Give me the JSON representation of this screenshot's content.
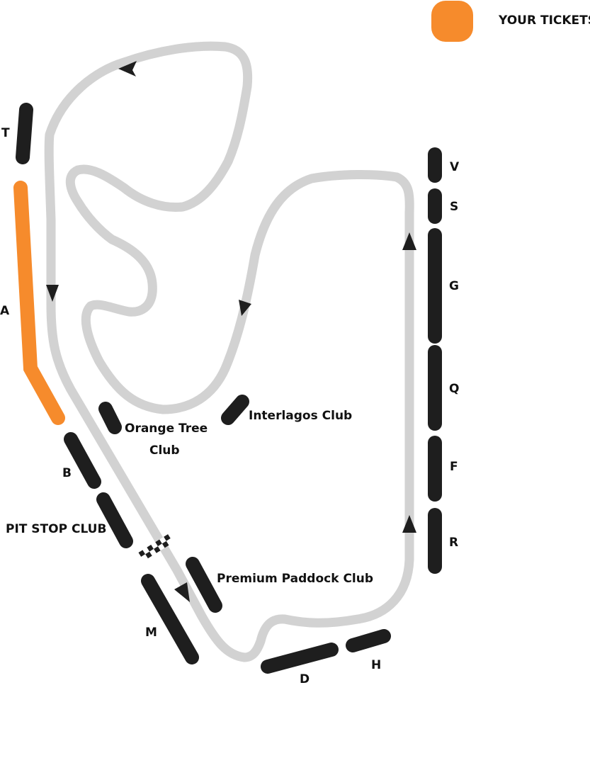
{
  "legend": {
    "label": "YOUR TICKETS",
    "color": "#f68b2c"
  },
  "colors": {
    "track": "#d2d2d2",
    "stand": "#1e1e1e",
    "selected_stand": "#f68b2c",
    "arrow": "#1e1e1e",
    "label": "#111111"
  },
  "stands": {
    "T": {
      "label": "T",
      "selected": false
    },
    "A": {
      "label": "A",
      "selected": true
    },
    "B": {
      "label": "B",
      "selected": false
    },
    "M": {
      "label": "M",
      "selected": false
    },
    "D": {
      "label": "D",
      "selected": false
    },
    "H": {
      "label": "H",
      "selected": false
    },
    "V": {
      "label": "V",
      "selected": false
    },
    "S": {
      "label": "S",
      "selected": false
    },
    "G": {
      "label": "G",
      "selected": false
    },
    "Q": {
      "label": "Q",
      "selected": false
    },
    "F": {
      "label": "F",
      "selected": false
    },
    "R": {
      "label": "R",
      "selected": false
    }
  },
  "clubs": {
    "orange_tree": {
      "line1": "Orange Tree",
      "line2": "Club"
    },
    "interlagos": {
      "label": "Interlagos Club"
    },
    "pit_stop": {
      "label": "PIT STOP CLUB"
    },
    "premium_paddock": {
      "label": "Premium Paddock Club"
    }
  }
}
